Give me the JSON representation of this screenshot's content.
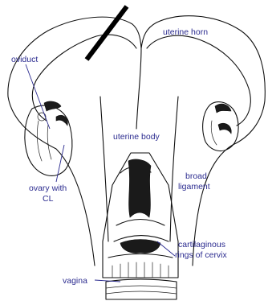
{
  "labels": {
    "oviduct": "oviduct",
    "uterine_horn": "uterine horn",
    "uterine_body": "uterine body",
    "ovary_line1": "ovary with",
    "ovary_line2": "CL",
    "broad_line1": "broad",
    "broad_line2": "ligament",
    "cervix_line1": "cartilaginous",
    "cervix_line2": "rings of cervix",
    "vagina": "vagina"
  },
  "colors": {
    "label": "#2b2b8f",
    "ink": "#111111",
    "pointer": "#000000"
  }
}
